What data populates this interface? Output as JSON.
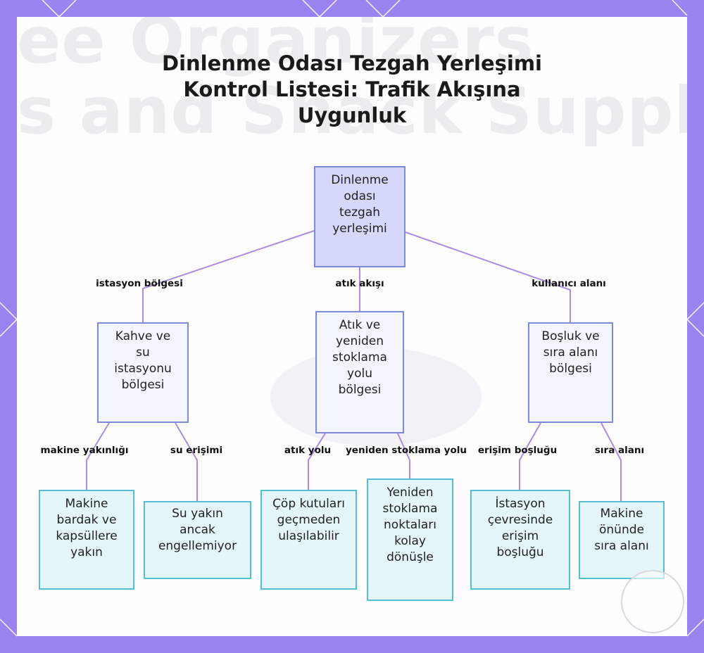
{
  "title": "Dinlenme Odası Tezgah Yerleşimi Kontrol Listesi: Trafik Akışına Uygunluk",
  "background_text": [
    "ee Organizers",
    "s and Snack Supplies"
  ],
  "colors": {
    "frame": "#9b83f0",
    "root_fill": "#d6d8fb",
    "mid_fill": "#f4f6ff",
    "node_border": "#7f88d9",
    "leaf_fill": "#e5f6fb",
    "leaf_border": "#56bfd3",
    "edge": "#a98ee0"
  },
  "nodes": {
    "root": "Dinlenme odası tezgah yerleşimi",
    "coffee_station": "Kahve ve su istasyonu bölgesi",
    "waste_restock": "Atık ve yeniden stoklama yolu bölgesi",
    "space_queue": "Boşluk ve sıra alanı bölgesi",
    "machine_cups": "Makine bardak ve kapsüllere yakın",
    "water_near": "Su yakın ancak engellemiyor",
    "trash_bins": "Çöp kutuları geçmeden ulaşılabilir",
    "restock_points": "Yeniden stoklama noktaları kolay dönüşle",
    "access_gap": "İstasyon çevresinde erişim boşluğu",
    "queue_area": "Makine önünde sıra alanı"
  },
  "edges": {
    "station_zone": "istasyon bölgesi",
    "waste_flow": "atık akışı",
    "user_area": "kullanıcı alanı",
    "machine_proximity": "makine yakınlığı",
    "water_access": "su erişimi",
    "waste_path": "atık yolu",
    "restock_path": "yeniden stoklama yolu",
    "access_gap": "erişim boşluğu",
    "queue_area": "sıra alanı"
  }
}
